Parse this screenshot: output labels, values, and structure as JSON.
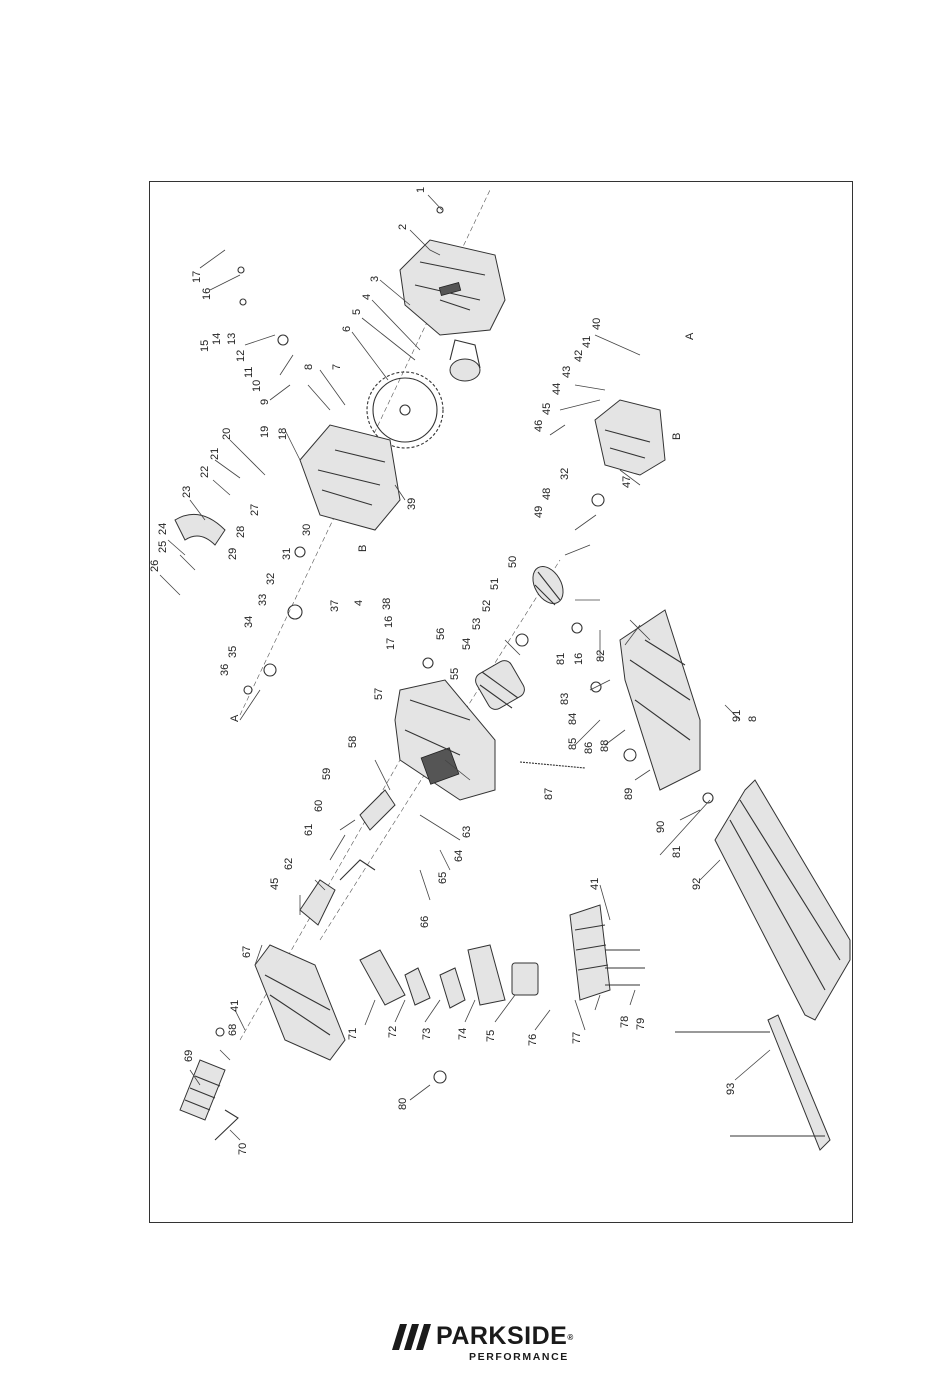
{
  "labels": [
    "1",
    "2",
    "3",
    "4",
    "5",
    "6",
    "7",
    "8",
    "9",
    "10",
    "11",
    "12",
    "13",
    "14",
    "15",
    "16",
    "17",
    "18",
    "19",
    "20",
    "21",
    "22",
    "23",
    "24",
    "25",
    "26",
    "27",
    "28",
    "29",
    "30",
    "31",
    "32",
    "33",
    "34",
    "35",
    "36",
    "37",
    "38",
    "39",
    "40",
    "41",
    "42",
    "43",
    "44",
    "45",
    "46",
    "47",
    "48",
    "49",
    "50",
    "51",
    "52",
    "53",
    "54",
    "55",
    "56",
    "57",
    "58",
    "59",
    "60",
    "61",
    "62",
    "63",
    "64",
    "65",
    "66",
    "67",
    "68",
    "69",
    "70",
    "71",
    "72",
    "73",
    "74",
    "75",
    "76",
    "77",
    "78",
    "79",
    "80",
    "81",
    "82",
    "83",
    "84",
    "85",
    "86",
    "87",
    "88",
    "89",
    "90",
    "91",
    "92",
    "93"
  ],
  "extra_labels": [
    "4",
    "16",
    "17",
    "41",
    "45",
    "32",
    "81",
    "16",
    "8",
    "41",
    "A",
    "A",
    "B",
    "B"
  ],
  "brand": {
    "name": "PARKSIDE",
    "registered": "®",
    "sub": "PERFORMANCE"
  }
}
